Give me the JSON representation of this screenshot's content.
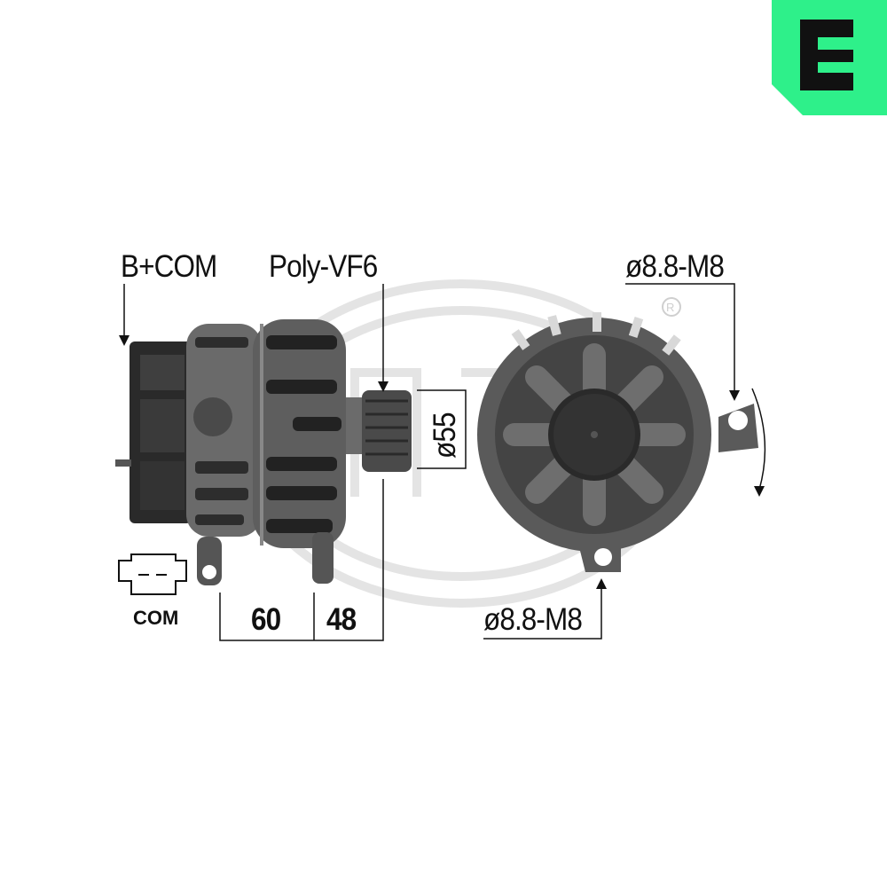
{
  "brand": {
    "color": "#2ef08a",
    "icon": "era-logo-icon"
  },
  "watermark": {
    "color": "#e2e2e2"
  },
  "labels": {
    "top_left": "B+COM",
    "pulley": "Poly-VF6",
    "top_right": "ø8.8-M8",
    "pulley_diameter": "ø55",
    "dim_a": "60",
    "dim_b": "48",
    "bottom_right": "ø8.8-M8",
    "connector": "COM"
  },
  "colors": {
    "body": "#5c5c5c",
    "dark": "#2a2a2a",
    "light": "#8a8a8a"
  }
}
